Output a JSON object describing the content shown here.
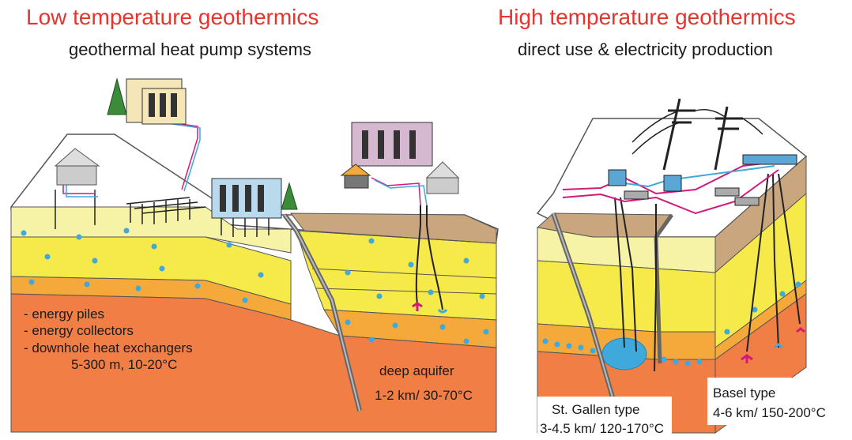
{
  "left": {
    "title": "Low temperature geothermics",
    "subtitle": "geothermal heat pump systems",
    "list": [
      "- energy piles",
      "- energy collectors",
      "- downhole heat exchangers"
    ],
    "range": "5-300 m, 10-20°C",
    "aquifer_label": "deep aquifer",
    "aquifer_range": "1-2 km/ 30-70°C"
  },
  "right": {
    "title": "High temperature geothermics",
    "subtitle": "direct use & electricity production",
    "stgallen_label": "St. Gallen type",
    "stgallen_range": "3-4.5 km/ 120-170°C",
    "basel_label": "Basel type",
    "basel_range": "4-6 km/ 150-200°C"
  },
  "colors": {
    "title_red": "#e8332e",
    "pale_yellow": "#f7f3a6",
    "yellow": "#f6ea4a",
    "orange": "#f4a93a",
    "deep_orange": "#f07e45",
    "tan": "#c9a67e",
    "water_blue": "#3fa9dc",
    "pipe_magenta": "#d4197c"
  },
  "icons": [
    "tree-icon",
    "building-icon",
    "house-icon",
    "power-pylon-icon",
    "wellhead-icon"
  ]
}
